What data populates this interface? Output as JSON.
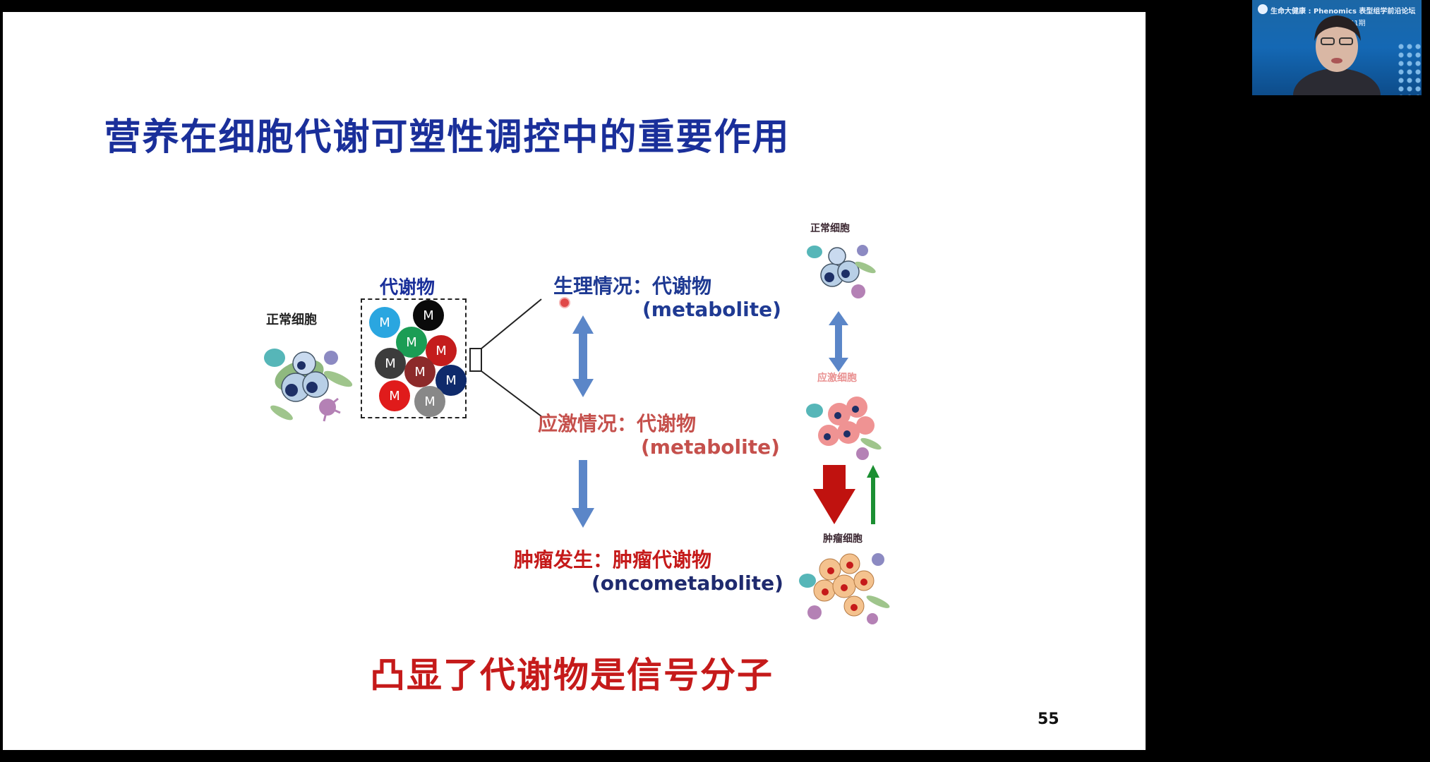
{
  "slide": {
    "title": "营养在细胞代谢可塑性调控中的重要作用",
    "bottom_title": "凸显了代谢物是信号分子",
    "page_number": "55",
    "left": {
      "cell_label": "正常细胞",
      "metabolite_label": "代谢物",
      "ball_letter": "M",
      "ball_colors": [
        "#2aa6e0",
        "#0a0a0a",
        "#1b9d55",
        "#c41c1c",
        "#3c3c3c",
        "#8c2a2a",
        "#0f2a6b",
        "#e01b1b",
        "#888888"
      ]
    },
    "center": {
      "physio_label": "生理情况：代谢物",
      "physio_en": "(metabolite)",
      "stress_label": "应激情况：代谢物",
      "stress_en": "(metabolite)",
      "tumor_label": "肿瘤发生：肿瘤代谢物",
      "tumor_en": "(oncometabolite)"
    },
    "right": {
      "normal_label": "正常细胞",
      "stress_label": "应激细胞",
      "tumor_label": "肿瘤细胞"
    },
    "colors": {
      "title_blue": "#1a2f9a",
      "red": "#c51a1a",
      "arrow_blue": "#5b86c8"
    }
  },
  "webcam": {
    "banner_title": "生命大健康 : Phenomics 表型组学前沿论坛",
    "banner_sub": "第51期"
  }
}
